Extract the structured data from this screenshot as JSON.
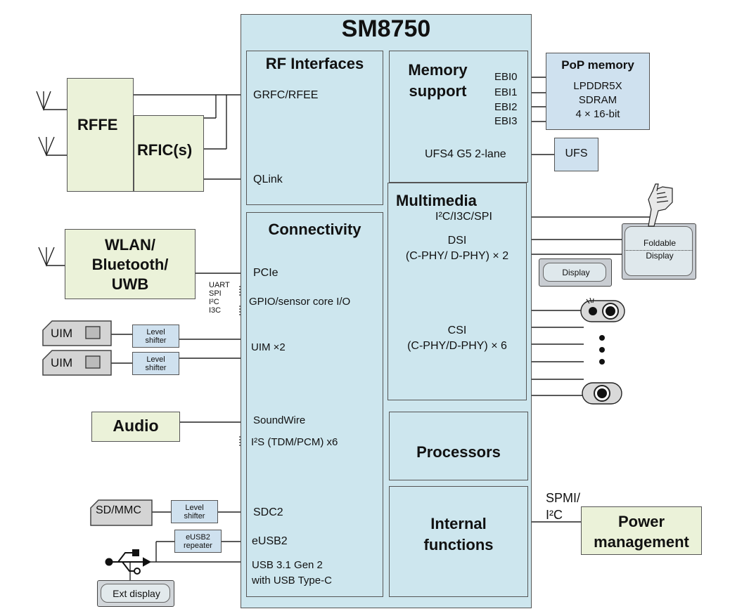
{
  "chip": {
    "title": "SM8750"
  },
  "rf": {
    "title": "RF Interfaces",
    "grfc": "GRFC/RFEE",
    "qlink": "QLink",
    "rffe": "RFFE",
    "rfic": "RFIC(s)"
  },
  "memory": {
    "title_line1": "Memory",
    "title_line2": "support",
    "ebi": [
      "EBI0",
      "EBI1",
      "EBI2",
      "EBI3"
    ],
    "ufs_lane": "UFS4 G5 2-lane",
    "pop_title": "PoP memory",
    "pop_lines": [
      "LPDDR5X",
      "SDRAM",
      "4 × 16-bit"
    ],
    "ufs": "UFS"
  },
  "multimedia": {
    "title": "Multimedia",
    "i2c": "I²C/I3C/SPI",
    "dsi_line1": "DSI",
    "dsi_line2": "(C-PHY/ D-PHY) × 2",
    "csi_line1": "CSI",
    "csi_line2": "(C-PHY/D-PHY) × 6",
    "foldable_line1": "Foldable",
    "foldable_line2": "Display",
    "display": "Display"
  },
  "connectivity": {
    "title": "Connectivity",
    "pcie": "PCIe",
    "gpio": "GPIO/sensor core I/O",
    "bus_labels": [
      "UART",
      "SPI",
      "I²C",
      "I3C"
    ],
    "uim": "UIM ×2",
    "soundwire": "SoundWire",
    "i2s": "I²S (TDM/PCM) x6",
    "sdc2": "SDC2",
    "eusb2": "eUSB2",
    "usb_line1": "USB 3.1 Gen 2",
    "usb_line2": "with USB Type-C"
  },
  "external": {
    "wlan_line1": "WLAN/",
    "wlan_line2": "Bluetooth/",
    "wlan_line3": "UWB",
    "uim_card": "UIM",
    "level_line1": "Level",
    "level_line2": "shifter",
    "audio": "Audio",
    "sdmmc": "SD/MMC",
    "eusb_rep_line1": "eUSB2",
    "eusb_rep_line2": "repeater",
    "ext_display": "Ext display"
  },
  "processors": {
    "title": "Processors"
  },
  "internal": {
    "title_line1": "Internal",
    "title_line2": "functions"
  },
  "power": {
    "spmi_line1": "SPMI/",
    "spmi_line2": "I²C",
    "title_line1": "Power",
    "title_line2": "management"
  },
  "colors": {
    "chip_fill": "#cde6ee",
    "external_fill": "#ebf2d9",
    "shifter_fill": "#cfe1ef",
    "sim_fill": "#d4d4d4"
  }
}
